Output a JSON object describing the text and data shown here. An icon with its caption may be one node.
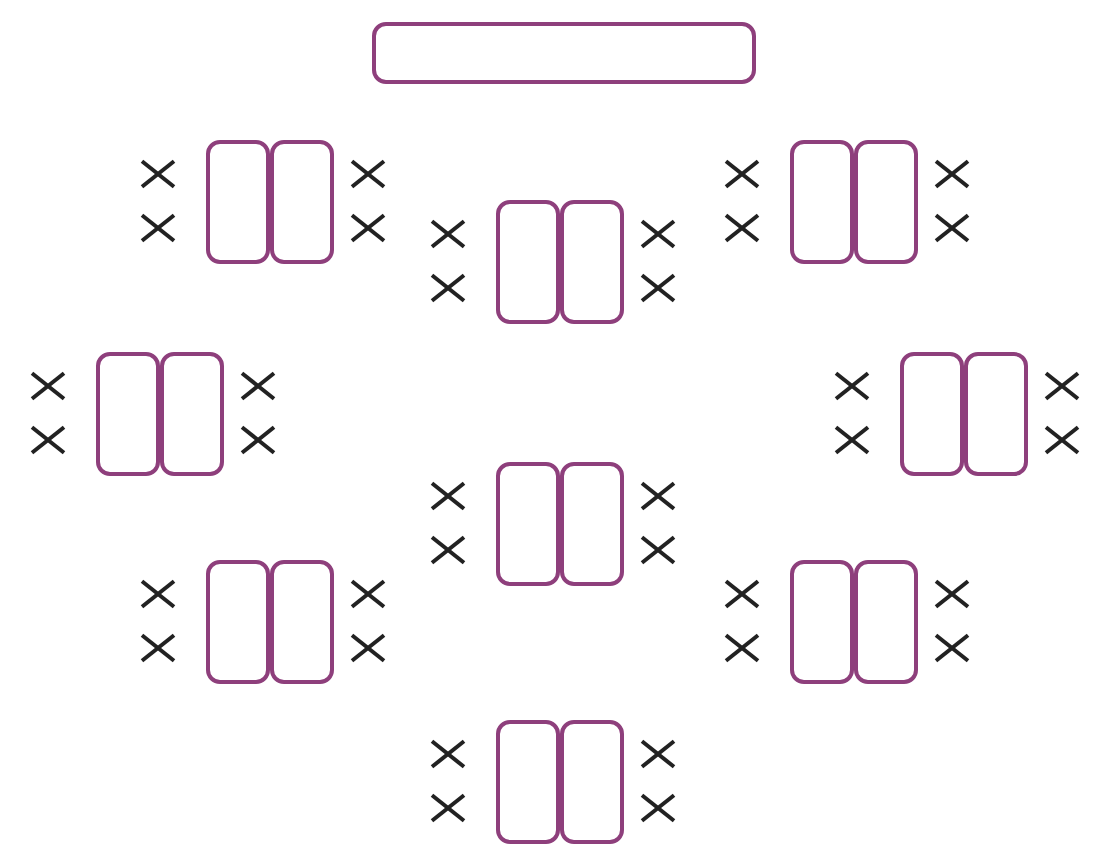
{
  "diagram": {
    "nodes": [
      {
        "text": [],
        "shape": "box"
      },
      {
        "text": [],
        "shape": "box"
      },
      {
        "text": [],
        "shape": "box"
      },
      {
        "text": [],
        "shape": "box"
      },
      {
        "text": [],
        "shape": "box"
      },
      {
        "text": [],
        "shape": "box"
      },
      {
        "text": [],
        "shape": "box"
      },
      {
        "text": [],
        "shape": "box"
      },
      {
        "text": [],
        "shape": "box"
      },
      {
        "text": [],
        "shape": "box"
      },
      {
        "text": [],
        "shape": "box"
      },
      {
        "text": [],
        "shape": "box"
      },
      {
        "text": [],
        "shape": "box"
      },
      {
        "text": [],
        "shape": "box"
      },
      {
        "text": [],
        "shape": "box"
      },
      {
        "text": [],
        "shape": "box"
      },
      {
        "text": [],
        "shape": "box"
      },
      {
        "text": [],
        "shape": "box"
      },
      {
        "text": [],
        "shape": "box"
      }
    ]
  }
}
